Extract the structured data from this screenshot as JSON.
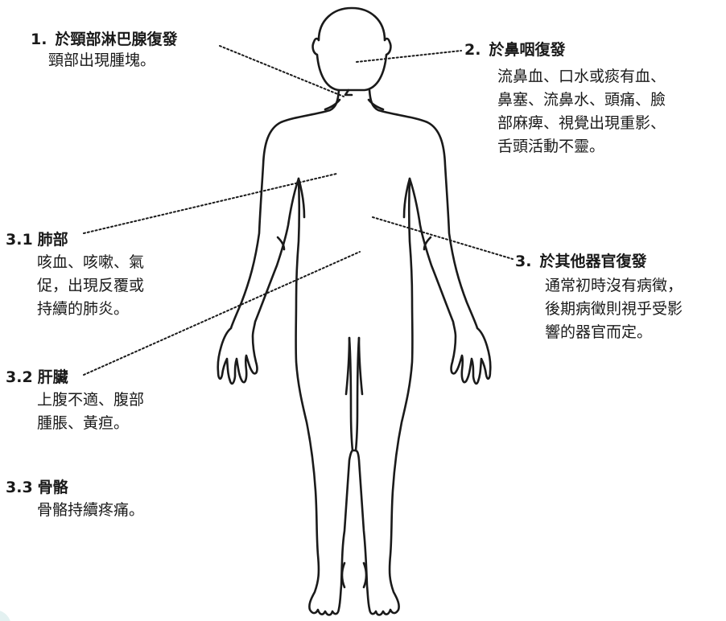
{
  "colors": {
    "line": "#1a1a1a",
    "text": "#1a1a1a",
    "corner_tint": "#e3f1f1"
  },
  "labels": {
    "neck": {
      "num": "1.",
      "title": "於頸部淋巴腺復發",
      "desc": "頸部出現腫塊。"
    },
    "nasopharynx": {
      "num": "2.",
      "title": "於鼻咽復發",
      "desc": "流鼻血、口水或痰有血、\n鼻塞、流鼻水、頭痛、臉\n部麻痺、視覺出現重影、\n舌頭活動不靈。"
    },
    "other_organs": {
      "num": "3.",
      "title": "於其他器官復發",
      "desc": "通常初時沒有病徵，\n後期病徵則視乎受影\n響的器官而定。"
    },
    "lung": {
      "num": "3.1",
      "title": "肺部",
      "desc": "咳血、咳嗽、氣\n促，出現反覆或\n持續的肺炎。"
    },
    "liver": {
      "num": "3.2",
      "title": "肝臟",
      "desc": "上腹不適、腹部\n腫脹、黃疸。"
    },
    "bone": {
      "num": "3.3",
      "title": "骨骼",
      "desc": "骨骼持續疼痛。"
    }
  }
}
